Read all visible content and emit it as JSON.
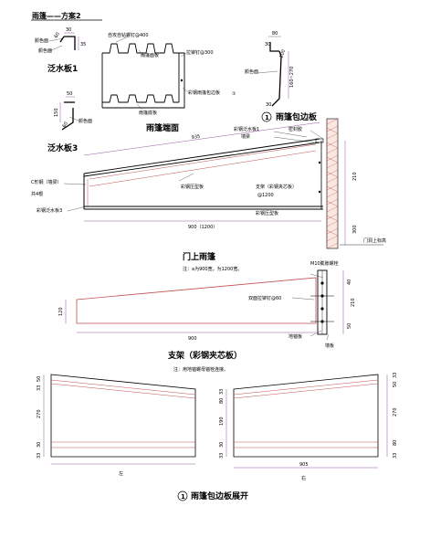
{
  "sheet": {
    "title": "雨篷——方案2"
  },
  "flashing_board_1": {
    "title": "泛水板1",
    "label_a": "颜色面",
    "label_b": "颜色面",
    "dim_top": "30",
    "dim_side": "35",
    "dim_slant": "60"
  },
  "flashing_board_3": {
    "title": "泛水板3",
    "label": "颜色面",
    "dim_top": "50",
    "dim_side": "150",
    "dim_slant": "60"
  },
  "canopy_end": {
    "title": "雨篷端面",
    "label_screw": "自攻自钻螺钉@400",
    "label_top_panel": "雨篷面板",
    "label_rivet": "拉铆钉@300",
    "label_wrap": "彩钢雨篷包边板",
    "label_bottom_panel": "雨篷底板",
    "ref": "①"
  },
  "edge_wrap": {
    "title": "雨篷包边板",
    "ref": "1",
    "label": "颜色面",
    "dim_top": "80",
    "dim_a": "30",
    "dim_b": "100",
    "dim_c": "160~270",
    "dim_d": "30"
  },
  "canopy_section": {
    "label_flashing1": "彩钢泛水板1",
    "label_wall_beam": "墙梁",
    "label_sealant": "密封胶",
    "label_channel": "C形钢（墙梁）",
    "label_channel_count": "共4根",
    "label_flashing3": "彩钢泛水板3",
    "label_color_panel": "彩钢压型板",
    "label_bracket": "支架（彩钢夹芯板）",
    "label_bracket_spacing": "@1200",
    "label_bottom_panel": "彩钢压型板",
    "dim_slope": "935",
    "dim_span": "900（1200）",
    "dim_h1": "210",
    "dim_h2": "300",
    "label_door": "门洞上标高"
  },
  "door_canopy": {
    "title": "门上雨篷",
    "note": "注：a为900宽，为1200宽。"
  },
  "bracket": {
    "title": "支架（彩钢夹芯板）",
    "note": "注：用地锚螺母锚栓连接。",
    "label_bolt": "M10膨胀螺栓",
    "label_rivet": "双面拉铆钉@60",
    "label_anchor": "地锚板",
    "label_wall": "墙板",
    "dim_len": "900",
    "dim_h_left": "120",
    "dim_a": "40",
    "dim_b": "210",
    "dim_c": "50"
  },
  "unfold": {
    "title": "雨篷包边板展开",
    "ref": "1",
    "left_caption": "左",
    "right_caption": "右",
    "dim_width": "905",
    "left_dims": [
      "50",
      "33",
      "270",
      "30",
      "33"
    ],
    "right_dims_left": [
      "33",
      "80",
      "190",
      "30",
      "33"
    ],
    "right_dims_right": [
      "33",
      "50",
      "270",
      "80",
      "33"
    ]
  }
}
